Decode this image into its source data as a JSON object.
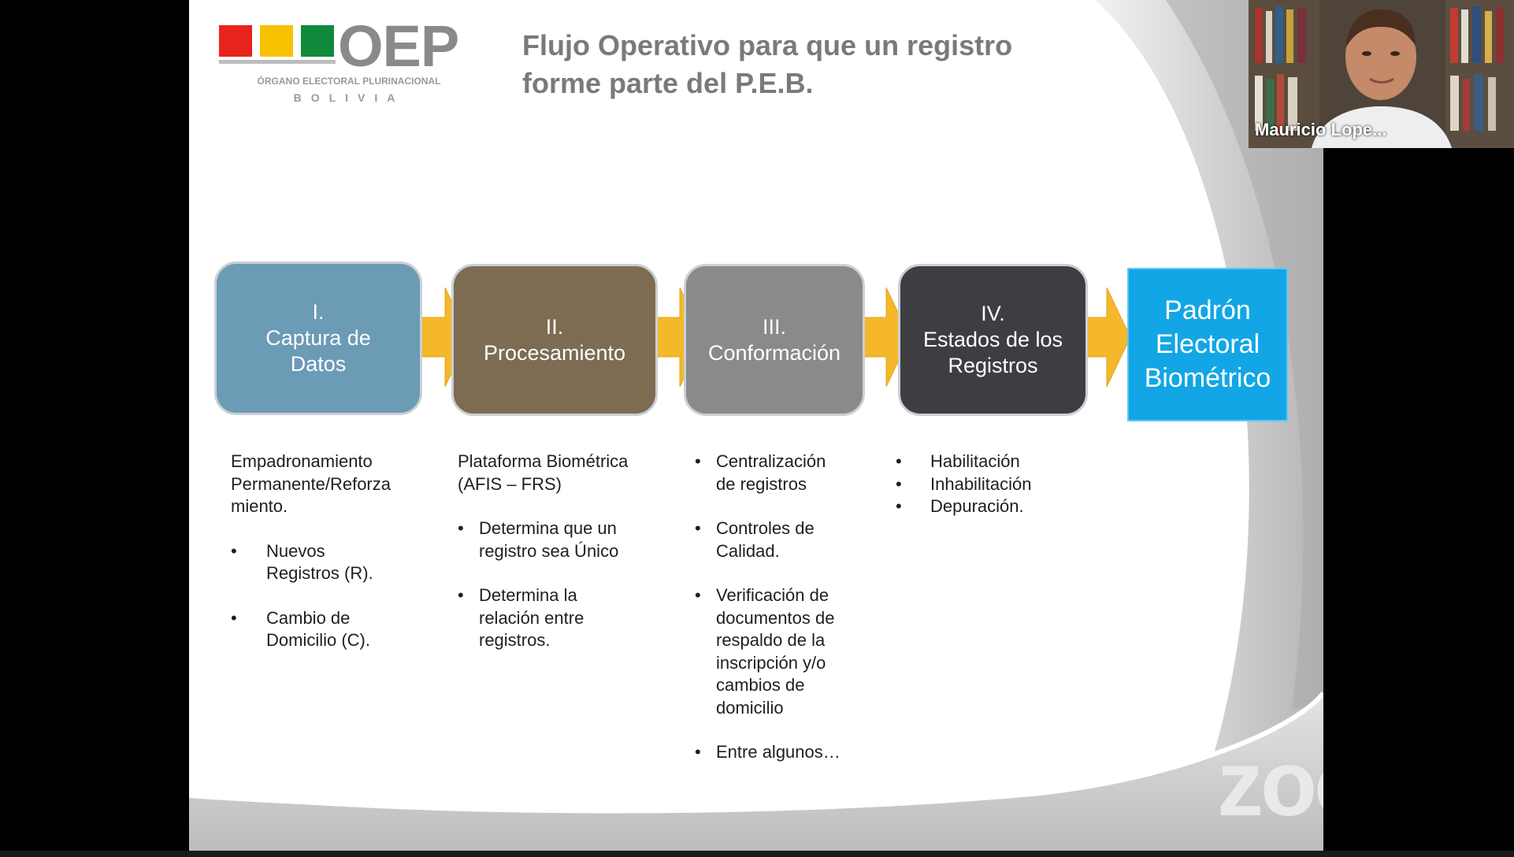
{
  "slide": {
    "logo": {
      "word": "OEP",
      "subtitle": "ÓRGANO ELECTORAL PLURINACIONAL",
      "country": "BOLIVIA",
      "colors": [
        "#e8231c",
        "#f7c100",
        "#0f8a3b"
      ]
    },
    "title": {
      "line1": "Flujo Operativo para que un registro",
      "line2": "forme parte del P.E.B."
    },
    "steps": [
      {
        "lines": [
          "I.",
          "Captura de",
          "Datos"
        ],
        "color": "#6b9bb5"
      },
      {
        "lines": [
          "II.",
          "Procesamiento"
        ],
        "color": "#7d6b52"
      },
      {
        "lines": [
          "III.",
          "Conformación"
        ],
        "color": "#8a8a8a"
      },
      {
        "lines": [
          "IV.",
          "Estados de los",
          "Registros"
        ],
        "color": "#3e3e42"
      }
    ],
    "result": {
      "lines": [
        "Padrón",
        "Electoral",
        "Biométrico"
      ],
      "color": "#12a6e6"
    },
    "arrow_color": "#f5b82a",
    "columns": {
      "c1": {
        "intro": [
          "Empadronamiento",
          "Permanente/Reforza",
          "miento."
        ],
        "bullets": [
          [
            "Nuevos",
            "Registros (R)."
          ],
          [
            "Cambio de",
            "Domicilio (C)."
          ]
        ]
      },
      "c2": {
        "intro": [
          "Plataforma Biométrica",
          "(AFIS – FRS)"
        ],
        "bullets": [
          [
            "Determina que un",
            "registro sea Único"
          ],
          [
            "Determina la",
            "relación entre",
            "registros."
          ]
        ]
      },
      "c3": {
        "bullets": [
          [
            "Centralización",
            "de registros"
          ],
          [
            "Controles de",
            "Calidad."
          ],
          [
            "Verificación de",
            "documentos de",
            "respaldo de la",
            "inscripción y/o",
            "cambios de",
            "domicilio"
          ],
          [
            "Entre algunos…"
          ]
        ]
      },
      "c4": {
        "bullets": [
          [
            "Habilitación"
          ],
          [
            "Inhabilitación"
          ],
          [
            "Depuración."
          ]
        ]
      }
    },
    "bullet_char": "•"
  },
  "app": {
    "watermark": "zoom"
  },
  "participant": {
    "name": "Mauricio Lope..."
  }
}
